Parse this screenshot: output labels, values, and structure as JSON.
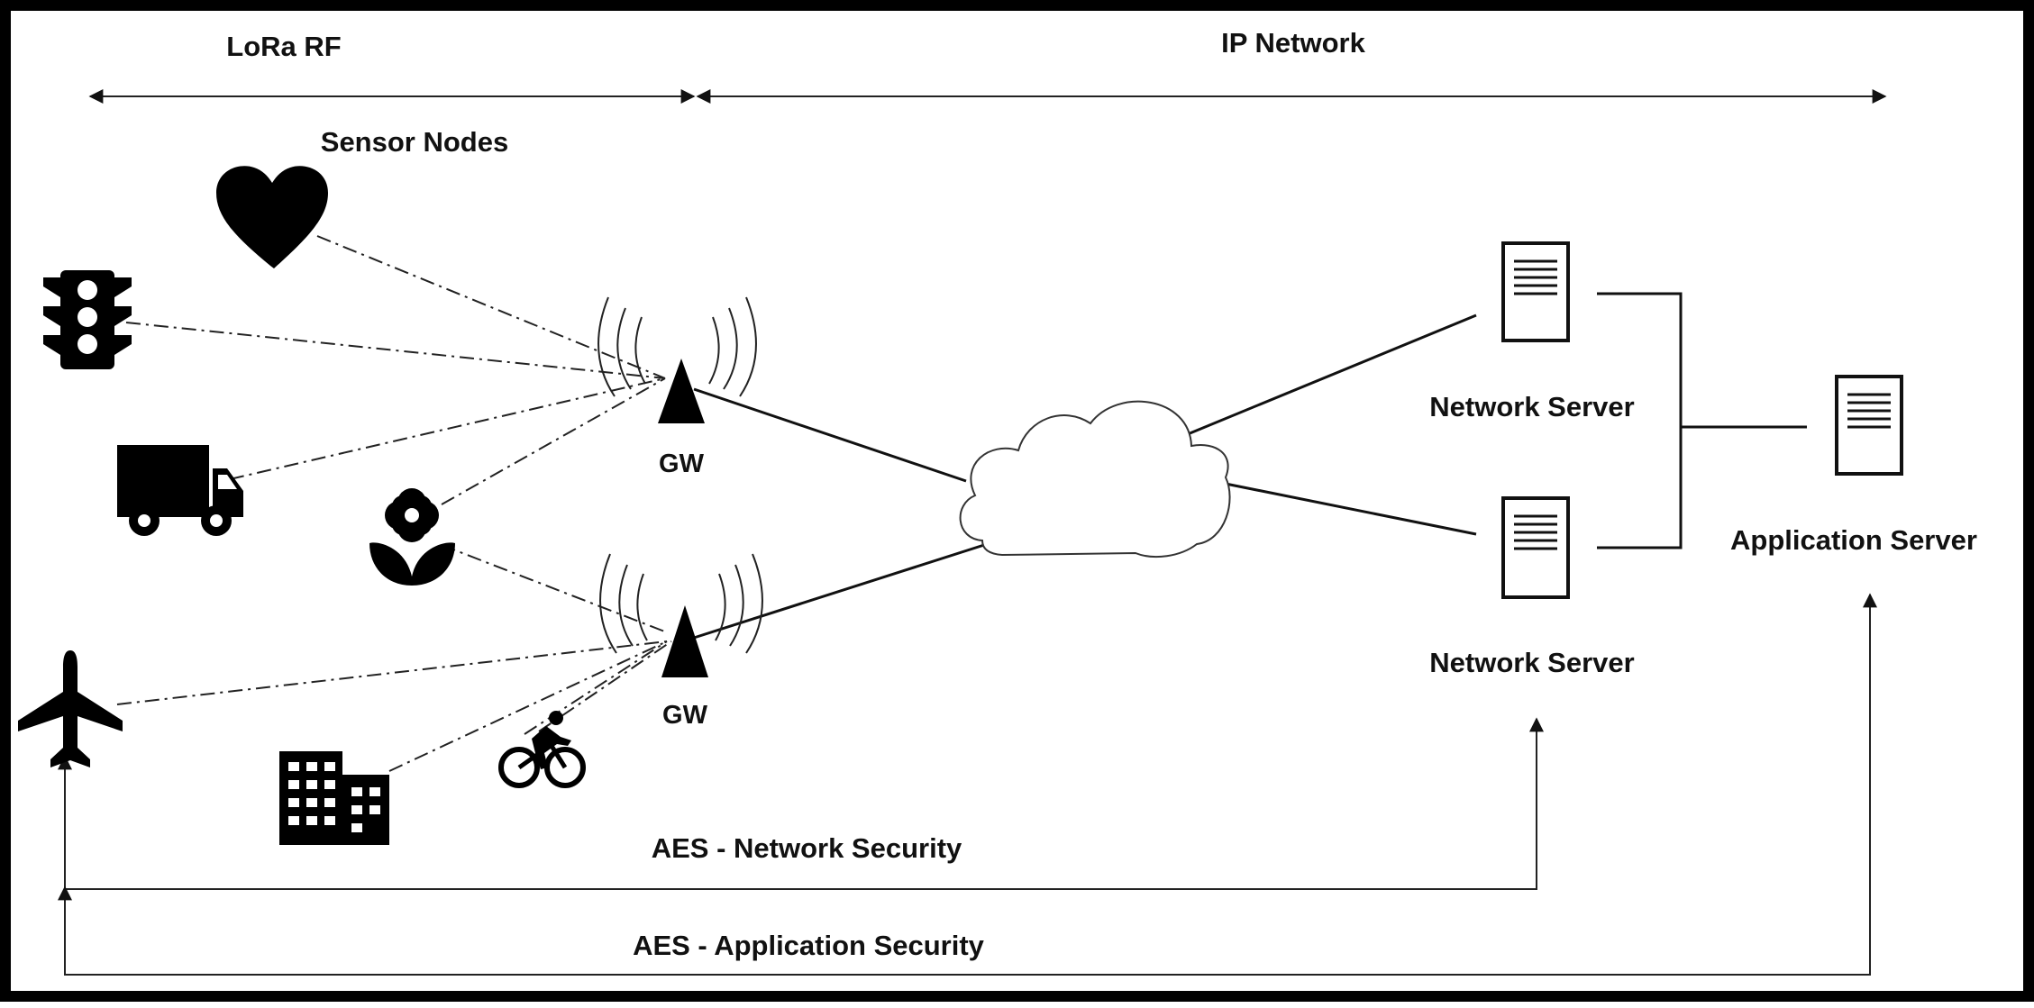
{
  "regions": {
    "lora_rf": "LoRa RF",
    "ip_network": "IP Network"
  },
  "labels": {
    "sensor_nodes": "Sensor Nodes",
    "gateway": "GW",
    "network_server": "Network Server",
    "application_server": "Application Server",
    "network_security": "AES - Network Security",
    "application_security": "AES - Application Security"
  },
  "sensor_icons": [
    "heart-icon",
    "traffic-light-icon",
    "truck-icon",
    "flower-icon",
    "airplane-icon",
    "building-icon",
    "cyclist-icon"
  ],
  "colors": {
    "stroke": "#111111",
    "frame": "#000000",
    "background": "#ffffff"
  }
}
